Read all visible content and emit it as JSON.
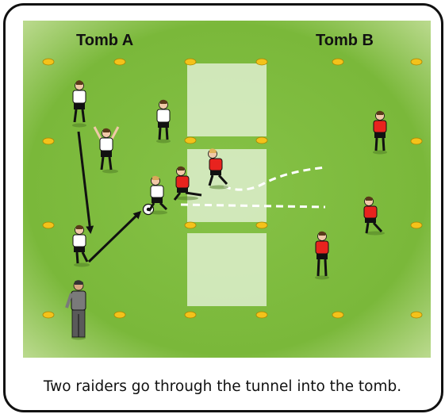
{
  "labels": {
    "tomb_a": "Tomb A",
    "tomb_b": "Tomb B"
  },
  "caption": "Two raiders go through the tunnel into the tomb.",
  "colors": {
    "field_outer": "#c8e09c",
    "field_inner": "#7fbd3c",
    "zone": "#d6ebc0",
    "cone": "#f4c21a",
    "team_white_shirt": "#ffffff",
    "team_red_shirt": "#e8231e",
    "coach": "#7a7a7a"
  },
  "icons": {
    "cone": "cone-icon",
    "player_white": "white-player-icon",
    "player_red": "red-player-icon",
    "coach": "coach-icon",
    "ball": "ball-icon"
  }
}
